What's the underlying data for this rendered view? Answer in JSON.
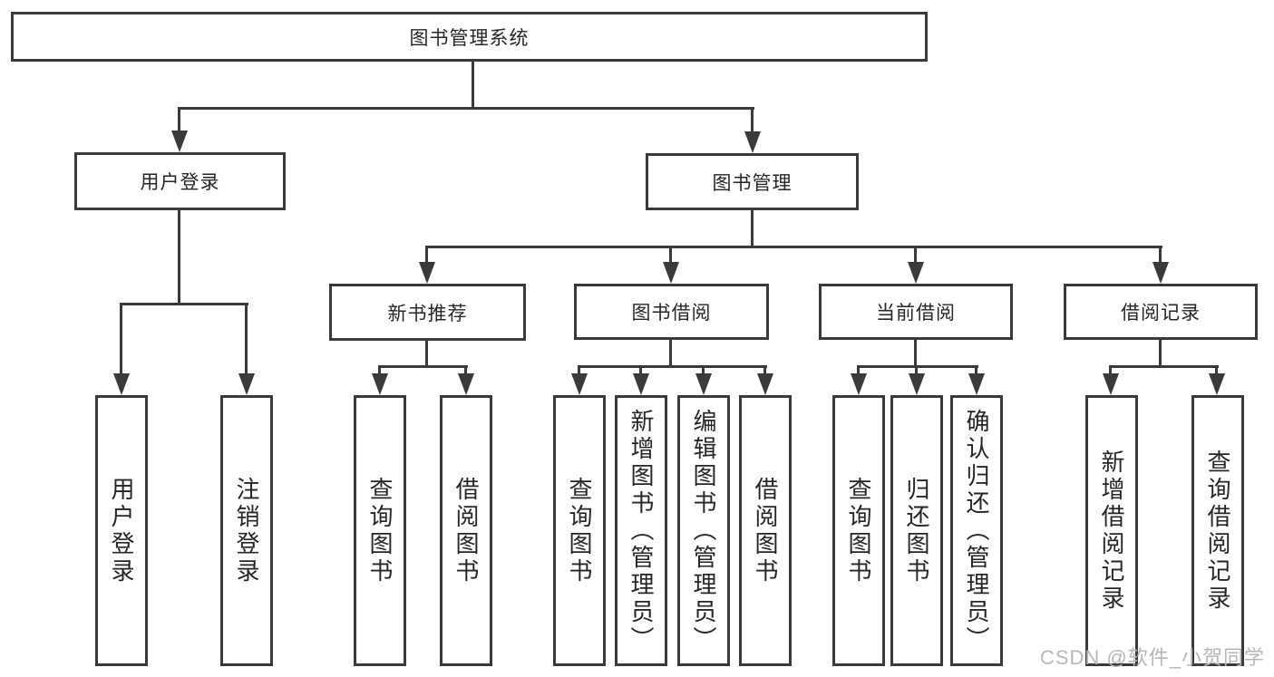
{
  "diagram": {
    "title": "图书管理系统",
    "root": {
      "label": "图书管理系统"
    },
    "level2": [
      {
        "id": "user-login",
        "label": "用户登录"
      },
      {
        "id": "book-mgmt",
        "label": "图书管理"
      }
    ],
    "level3": [
      {
        "id": "new-book-recommend",
        "label": "新书推荐"
      },
      {
        "id": "book-borrow",
        "label": "图书借阅"
      },
      {
        "id": "current-borrow",
        "label": "当前借阅"
      },
      {
        "id": "borrow-record",
        "label": "借阅记录"
      }
    ],
    "leaves": [
      {
        "id": "user-login-leaf",
        "parent": "用户登录",
        "label": "用户登录"
      },
      {
        "id": "logout",
        "parent": "用户登录",
        "label": "注销登录"
      },
      {
        "id": "query-book-1",
        "parent": "新书推荐",
        "label": "查询图书"
      },
      {
        "id": "borrow-book-1",
        "parent": "新书推荐",
        "label": "借阅图书"
      },
      {
        "id": "query-book-2",
        "parent": "图书借阅",
        "label": "查询图书"
      },
      {
        "id": "add-book-admin",
        "parent": "图书借阅",
        "label": "新增图书（管理员）"
      },
      {
        "id": "edit-book-admin",
        "parent": "图书借阅",
        "label": "编辑图书（管理员）"
      },
      {
        "id": "borrow-book-2",
        "parent": "图书借阅",
        "label": "借阅图书"
      },
      {
        "id": "query-book-3",
        "parent": "当前借阅",
        "label": "查询图书"
      },
      {
        "id": "return-book",
        "parent": "当前借阅",
        "label": "归还图书"
      },
      {
        "id": "confirm-return-admin",
        "parent": "当前借阅",
        "label": "确认归还（管理员）"
      },
      {
        "id": "add-borrow-record",
        "parent": "借阅记录",
        "label": "新增借阅记录"
      },
      {
        "id": "query-borrow-record",
        "parent": "借阅记录",
        "label": "查询借阅记录"
      }
    ]
  },
  "watermark": {
    "text": "CSDN @软件_小贺同学"
  },
  "colors": {
    "line": "#3a3a3a",
    "text": "#262626",
    "watermark": "#b7b7b7",
    "background": "#ffffff"
  }
}
